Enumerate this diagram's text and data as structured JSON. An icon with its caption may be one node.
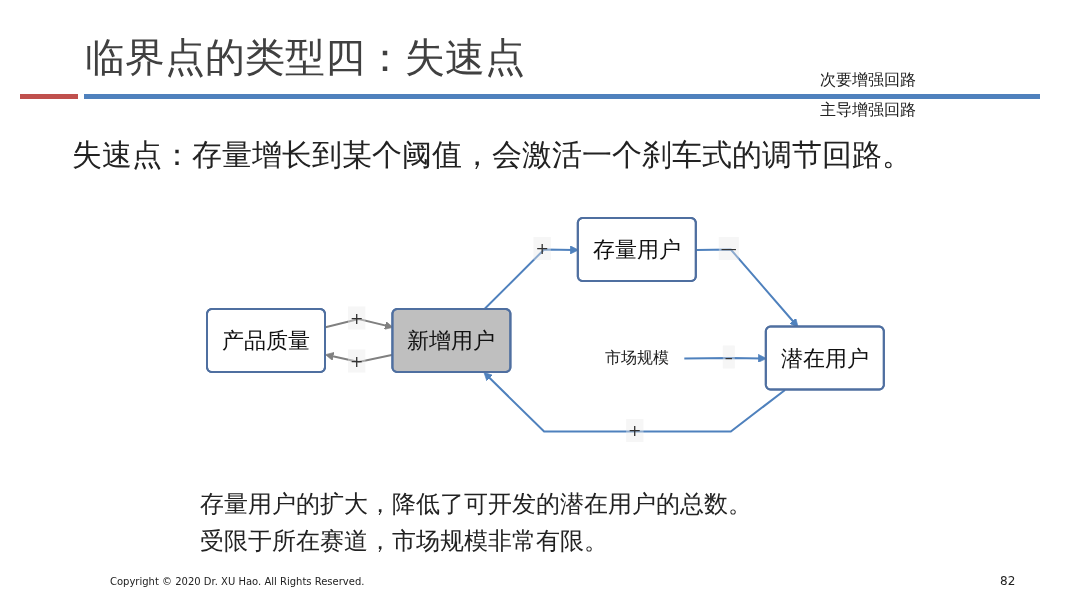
{
  "diagram": {
    "title": "临界点的类型四：失速点",
    "caption": "失速点：存量增长到某个阈值，会激活一个刹车式的调节回路。",
    "nodes": [
      {
        "text": [
          "产品质量"
        ]
      },
      {
        "text": [
          "新增用户"
        ]
      },
      {
        "text": [
          "潜在用户"
        ]
      },
      {
        "text": [
          "存量用户"
        ]
      },
      {
        "text": [
          "市场规模"
        ]
      }
    ],
    "edges": [
      {
        "from": 0,
        "to": 1,
        "arrow": "to",
        "label": "+",
        "color": "#808080"
      },
      {
        "from": 1,
        "to": 0,
        "arrow": "to",
        "label": "+",
        "color": "#808080"
      },
      {
        "from": 2,
        "to": 1,
        "arrow": "to",
        "label": "+"
      },
      {
        "from": 1,
        "to": 3,
        "arrow": "to",
        "label": "+"
      },
      {
        "from": 3,
        "to": 2,
        "arrow": "to",
        "label": "—"
      },
      {
        "from": 4,
        "to": 2,
        "arrow": "to",
        "label": "–"
      }
    ],
    "labels": [
      "次要增强回路",
      "主导增强回路",
      "存量用户的扩大，降低了可开发的潜在用户的总数。",
      "受限于所在赛道，市场规模非常有限。",
      "Copyright © 2020 Dr. XU Hao. All Rights Reserved.",
      "82"
    ]
  }
}
